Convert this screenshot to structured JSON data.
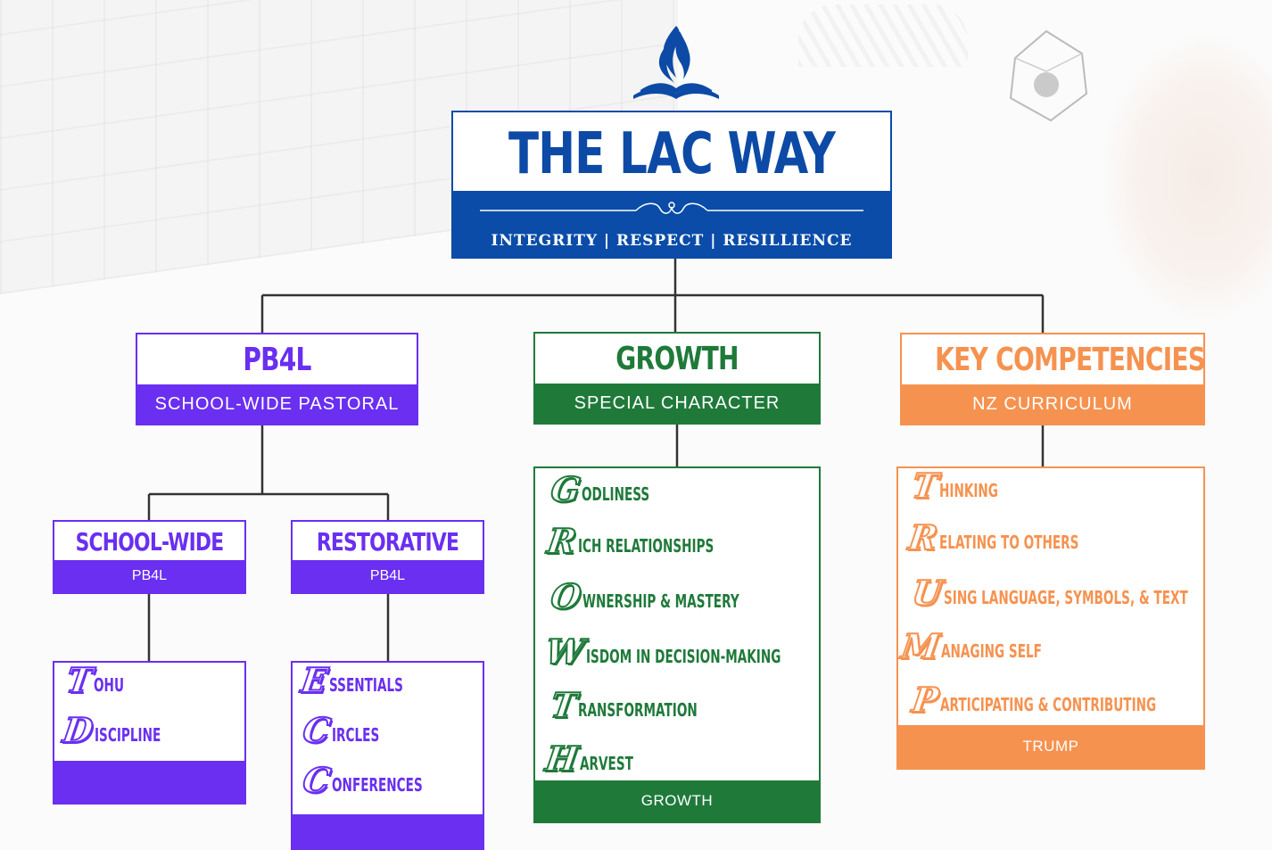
{
  "colors": {
    "blue": "#0a4ca8",
    "purple": "#6a2ff0",
    "green": "#1f7a3a",
    "orange": "#f6924f",
    "line": "#333333"
  },
  "logo": {
    "icon": "church-flame-bible-icon"
  },
  "main": {
    "title": "THE LAC WAY",
    "values": "INTEGRITY | RESPECT | RESILLIENCE"
  },
  "pb4l": {
    "title": "PB4L",
    "subtitle": "SCHOOL-WIDE PASTORAL",
    "school_wide": {
      "title": "SCHOOL-WIDE",
      "subtitle": "PB4L",
      "items": [
        {
          "cap": "T",
          "rest": "OHU"
        },
        {
          "cap": "D",
          "rest": "ISCIPLINE"
        }
      ]
    },
    "restorative": {
      "title": "RESTORATIVE",
      "subtitle": "PB4L",
      "items": [
        {
          "cap": "E",
          "rest": "SSENTIALS"
        },
        {
          "cap": "C",
          "rest": "IRCLES"
        },
        {
          "cap": "C",
          "rest": "ONFERENCES"
        }
      ]
    }
  },
  "growth": {
    "title": "GROWTH",
    "subtitle": "SPECIAL CHARACTER",
    "items": [
      {
        "cap": "G",
        "rest": "ODLINESS"
      },
      {
        "cap": "R",
        "rest": "ICH RELATIONSHIPS"
      },
      {
        "cap": "O",
        "rest": "WNERSHIP & MASTERY"
      },
      {
        "cap": "W",
        "rest": "ISDOM IN DECISION-MAKING"
      },
      {
        "cap": "T",
        "rest": "RANSFORMATION"
      },
      {
        "cap": "H",
        "rest": "ARVEST"
      }
    ],
    "footer": "GROWTH"
  },
  "key": {
    "title": "KEY COMPETENCIES",
    "subtitle": "NZ CURRICULUM",
    "items": [
      {
        "cap": "T",
        "rest": "HINKING"
      },
      {
        "cap": "R",
        "rest": "ELATING TO OTHERS"
      },
      {
        "cap": "U",
        "rest": "SING LANGUAGE, SYMBOLS, & TEXT"
      },
      {
        "cap": "M",
        "rest": "ANAGING SELF"
      },
      {
        "cap": "P",
        "rest": "ARTICIPATING & CONTRIBUTING"
      }
    ],
    "footer": "TRUMP"
  }
}
